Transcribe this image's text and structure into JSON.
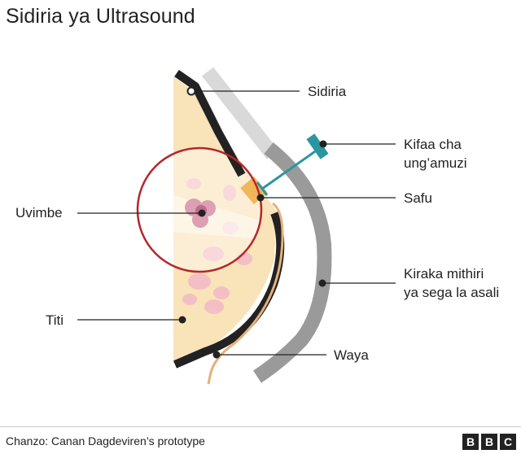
{
  "title": "Sidiria ya Ultrasound",
  "labels": {
    "sidiria": "Sidiria",
    "kifaa_line1": "Kifaa cha",
    "kifaa_line2": "ung’amuzi",
    "safu": "Safu",
    "uvimbe": "Uvimbe",
    "kiraka_line1": "Kiraka mithiri",
    "kiraka_line2": "ya sega la asali",
    "titi": "Titi",
    "waya": "Waya"
  },
  "source": "Chanzo: Canan Dagdeviren’s prototype",
  "logo": [
    "B",
    "B",
    "C"
  ],
  "colors": {
    "tissue": "#f9e3b8",
    "bra": "#222222",
    "patch_light": "#d9d9d9",
    "patch_dark": "#9a9a9a",
    "circle": "#b5262b",
    "device": "#2a96a0",
    "layer": "#f1b65a",
    "wire": "#e6b07a",
    "lump": "#e0a5b9"
  }
}
